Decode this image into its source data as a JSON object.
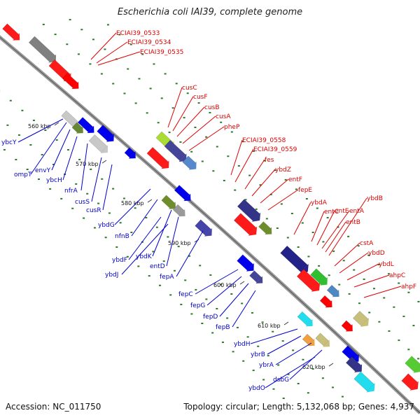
{
  "title": "Escherichia coli IAI39, complete genome",
  "footer": {
    "accession": "Accession: NC_011750",
    "stats": "Topology: circular; Length: 5,132,068 bp; Genes: 4,937"
  },
  "colors": {
    "backbone": "#808080",
    "forward_label": "#dd0000",
    "reverse_label": "#0000cc",
    "forward_gene": "#ff0000",
    "reverse_gene": "#0000ee",
    "tick": "#2a7a2a"
  },
  "kbp_ticks": [
    {
      "label": "560 kbp"
    },
    {
      "label": "570 kbp"
    },
    {
      "label": "580 kbp"
    },
    {
      "label": "590 kbp"
    },
    {
      "label": "600 kbp"
    },
    {
      "label": "610 kbp"
    },
    {
      "label": "620 kbp"
    }
  ],
  "forward_labels": [
    "ECIAI39_0533",
    "ECIAI39_0534",
    "ECIAI39_0535",
    "cusC",
    "cusF",
    "cusB",
    "cusA",
    "pheP",
    "ECIAI39_0558",
    "ECIAI39_0559",
    "fes",
    "ybdZ",
    "entF",
    "fepE",
    "ybdA",
    "entC",
    "entE",
    "entA",
    "ybdB",
    "entB",
    "cstA",
    "ybdD",
    "ybdL",
    "ahpC",
    "ahpF"
  ],
  "reverse_labels": [
    "ybcY",
    "ompT",
    "envY",
    "ybcH",
    "nfrA",
    "cusS",
    "cusR",
    "ybdG",
    "nfnB",
    "ybdK",
    "ybdF",
    "ybdJ",
    "entD",
    "fepA",
    "fepC",
    "fepG",
    "fepD",
    "fepB",
    "ybdH",
    "ybrB",
    "ybrA",
    "dsbG",
    "ybdO"
  ]
}
